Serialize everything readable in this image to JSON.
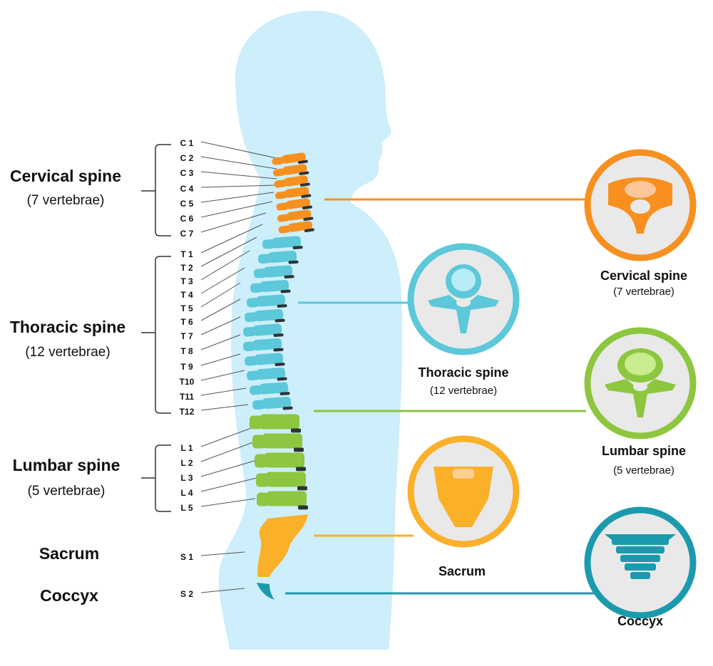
{
  "colors": {
    "body": "#cdeefb",
    "cervical": "#f7901e",
    "thoracic": "#5cc8da",
    "lumbar": "#8dc63f",
    "sacrum": "#fbb02a",
    "coccyx": "#1c9aad",
    "disc": "#2d3438",
    "circle_fill": "#e9e9e9"
  },
  "left_labels": {
    "cervical": {
      "title": "Cervical spine",
      "count": "(7 vertebrae)"
    },
    "thoracic": {
      "title": "Thoracic spine",
      "count": "(12 vertebrae)"
    },
    "lumbar": {
      "title": "Lumbar spine",
      "count": "(5 vertebrae)"
    },
    "sacrum": {
      "title": "Sacrum"
    },
    "coccyx": {
      "title": "Coccyx"
    }
  },
  "vertebrae_labels": [
    "C 1",
    "C 2",
    "C 3",
    "C 4",
    "C 5",
    "C 6",
    "C 7",
    "T 1",
    "T 2",
    "T 3",
    "T 4",
    "T 5",
    "T 6",
    "T 7",
    "T 8",
    "T 9",
    "T10",
    "T11",
    "T12",
    "L 1",
    "L 2",
    "L 3",
    "L 4",
    "L 5",
    "S 1",
    "S 2"
  ],
  "callouts": {
    "cervical": {
      "title": "Cervical spine",
      "count": "(7 vertebrae)",
      "icon": "cervical-vertebra-icon"
    },
    "thoracic": {
      "title": "Thoracic spine",
      "count": "(12 vertebrae)",
      "icon": "thoracic-vertebra-icon"
    },
    "lumbar": {
      "title": "Lumbar spine",
      "count": "(5 vertebrae)",
      "icon": "lumbar-vertebra-icon"
    },
    "sacrum": {
      "title": "Sacrum",
      "icon": "sacrum-icon"
    },
    "coccyx": {
      "title": "Coccyx",
      "icon": "coccyx-icon"
    }
  }
}
